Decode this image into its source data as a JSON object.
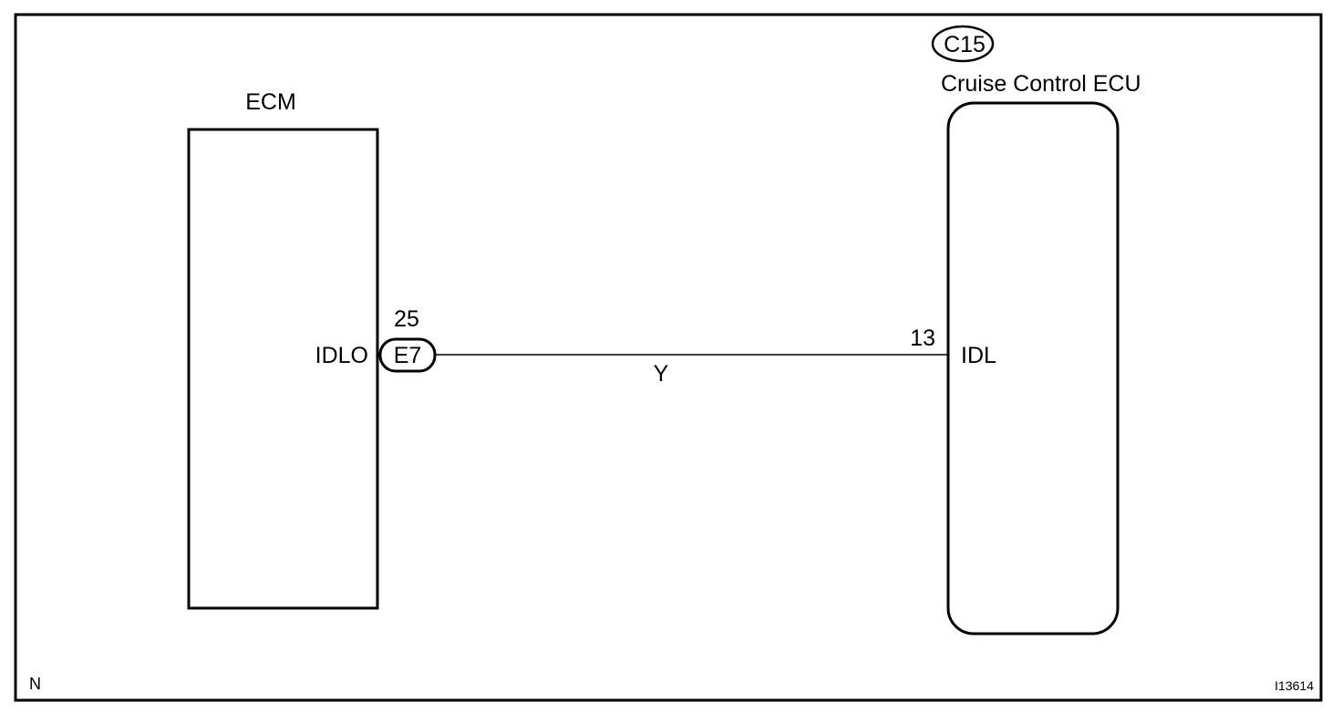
{
  "ecm": {
    "title": "ECM",
    "pin_name": "IDLO",
    "pin_number": "25",
    "connector": "E7"
  },
  "cruise_ecu": {
    "title": "Cruise Control ECU",
    "connector": "C15",
    "pin_name": "IDL",
    "pin_number": "13"
  },
  "wire": {
    "color_code": "Y"
  },
  "footer": {
    "left_code": "N",
    "figure_id": "I13614"
  }
}
